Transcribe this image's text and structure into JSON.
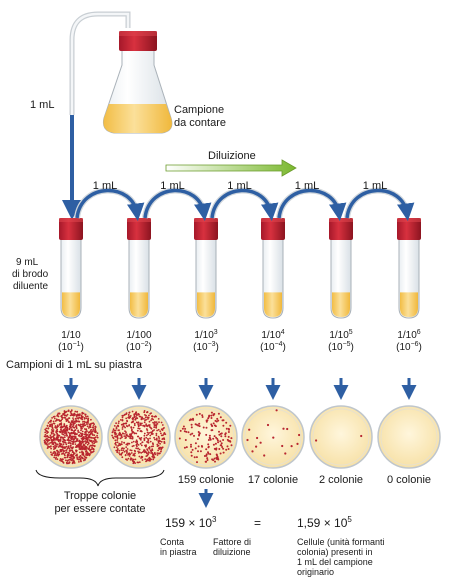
{
  "flask": {
    "label_line1": "Campione",
    "label_line2": "da contare",
    "transfer_label": "1 mL"
  },
  "dilution": {
    "label": "Diluizione",
    "transfer_label": "1 mL"
  },
  "broth": {
    "line1": "9 mL",
    "line2": "di brodo",
    "line3": "diluente"
  },
  "tubes": [
    {
      "ratio_base": "1/10",
      "ratio_exp": "",
      "power_base": "(10",
      "power_exp": "−1",
      "power_close": ")",
      "fill_level": 0.32
    },
    {
      "ratio_base": "1/100",
      "ratio_exp": "",
      "power_base": "(10",
      "power_exp": "−2",
      "power_close": ")",
      "fill_level": 0.32
    },
    {
      "ratio_base": "1/10",
      "ratio_exp": "3",
      "power_base": "(10",
      "power_exp": "−3",
      "power_close": ")",
      "fill_level": 0.32
    },
    {
      "ratio_base": "1/10",
      "ratio_exp": "4",
      "power_base": "(10",
      "power_exp": "−4",
      "power_close": ")",
      "fill_level": 0.32
    },
    {
      "ratio_base": "1/10",
      "ratio_exp": "5",
      "power_base": "(10",
      "power_exp": "−5",
      "power_close": ")",
      "fill_level": 0.32
    },
    {
      "ratio_base": "1/10",
      "ratio_exp": "6",
      "power_base": "(10",
      "power_exp": "−6",
      "power_close": ")",
      "fill_level": 0.32
    }
  ],
  "plating": {
    "label": "Campioni di 1 mL su piastra"
  },
  "plates": [
    {
      "label": "",
      "colonies": 900
    },
    {
      "label": "",
      "colonies": 500
    },
    {
      "label": "159 colonie",
      "colonies": 159
    },
    {
      "label": "17 colonie",
      "colonies": 17
    },
    {
      "label": "2 colonie",
      "colonies": 2
    },
    {
      "label": "0 colonie",
      "colonies": 0
    }
  ],
  "too_many": {
    "line1": "Troppe colonie",
    "line2": "per essere contate"
  },
  "equation": {
    "count_text": "159 × 10",
    "count_exp": "3",
    "equals": "=",
    "result_text": "1,59 × 10",
    "result_exp": "5",
    "count_caption_1": "Conta",
    "count_caption_2": "in piastra",
    "factor_caption_1": "Fattore di",
    "factor_caption_2": "diluizione",
    "result_caption_1": "Cellule (unità formanti",
    "result_caption_2": "colonia) presenti in",
    "result_caption_3": "1 mL del campione",
    "result_caption_4": "originario"
  },
  "colors": {
    "cap": "#c7202f",
    "cap_dark": "#8c1420",
    "broth": "#f5c960",
    "broth_light": "#fbe3a6",
    "arrow": "#2e5fa3",
    "colony": "#b8262f",
    "plate_fill": "#fbecc4",
    "dilution_arrow_start": "#ffffff",
    "dilution_arrow_end": "#7ab82e"
  }
}
